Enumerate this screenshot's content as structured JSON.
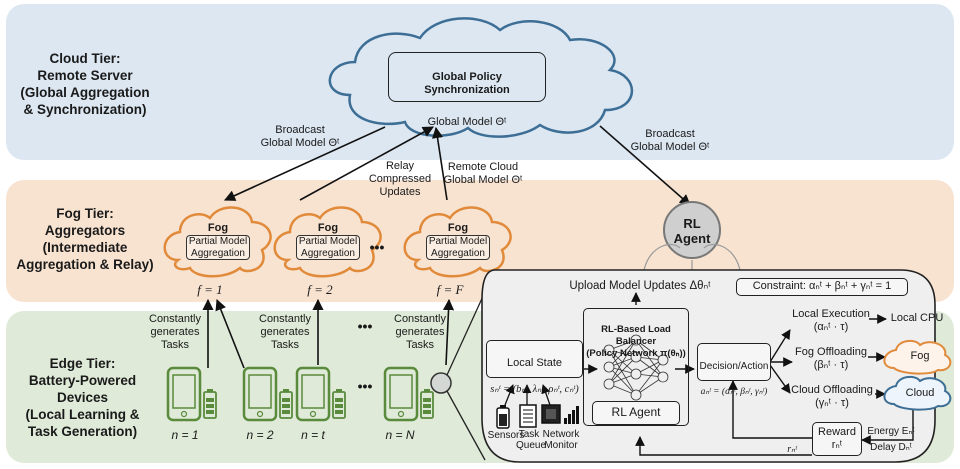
{
  "tiers": {
    "cloud": {
      "label": "Cloud Tier:\nRemote Server\n(Global Aggregation\n& Synchronization)",
      "color": "#dce7f2"
    },
    "fog": {
      "label": "Fog Tier:\nAggregators\n(Intermediate\nAggregation & Relay)",
      "color": "#f8e3d1"
    },
    "edge": {
      "label": "Edge Tier:\nBattery-Powered\nDevices\n(Local Learning &\nTask Generation)",
      "color": "#dfead8"
    }
  },
  "cloud_node": {
    "title": "Global Policy Synchronization",
    "model": "Global Model Θᵗ"
  },
  "edges": {
    "broadcast_left": "Broadcast\nGlobal Model Θᵗ",
    "relay": "Relay\nCompressed\nUpdates",
    "remote_cloud": "Remote Cloud\nGlobal Model Θᵗ",
    "broadcast_right": "Broadcast\nGlobal Model Θᵗ",
    "generates_tasks": "Constantly\ngenerates\nTasks"
  },
  "fog_nodes": [
    {
      "title": "Fog",
      "inner": "Partial Model\nAggregation",
      "index": "f = 1"
    },
    {
      "title": "Fog",
      "inner": "Partial Model\nAggregation",
      "index": "f = 2"
    },
    {
      "title": "Fog",
      "inner": "Partial Model\nAggregation",
      "index": "f = F"
    }
  ],
  "ellipsis": "•••",
  "devices": [
    {
      "index": "n = 1"
    },
    {
      "index": "n = 2"
    },
    {
      "index": "n = t"
    },
    {
      "index": "n = N"
    }
  ],
  "rl_agent_node": "RL\nAgent",
  "detail": {
    "upload": "Upload Model Updates Δθₙᵗ",
    "constraint": "Constraint: αₙᵗ + βₙᵗ + γₙᵗ = 1",
    "local_state_title": "Local State",
    "local_state_formula": "sₙᵗ = (bₙᵗ, λₙᵗ, ρₙᵗ, cₙᵗ)",
    "balancer_title": "RL-Based Load Balancer\n(Policy Network π(θₙ))",
    "rl_agent": "RL Agent",
    "decision_title": "Decision/Action",
    "decision_formula": "aₙᵗ = (αₙᵗ, βₙᵗ, γₙᵗ)",
    "sensors": "Sensors",
    "task_queue": "Task\nQueue",
    "network_monitor": "Network\nMonitor",
    "local_exec": "Local Execution\n(αₙᵗ · τ)",
    "local_cpu": "Local CPU",
    "fog_offload": "Fog Offloading\n(βₙᵗ · τ)",
    "fog_target": "Fog",
    "cloud_offload": "Cloud Offloading\n(γₙᵗ · τ)",
    "cloud_target": "Cloud",
    "reward": "Reward\nrₙᵗ",
    "energy": "Energy Eₙᵗ",
    "delay": "Delay Dₙᵗ",
    "reward_signal": "rₙᵗ"
  }
}
